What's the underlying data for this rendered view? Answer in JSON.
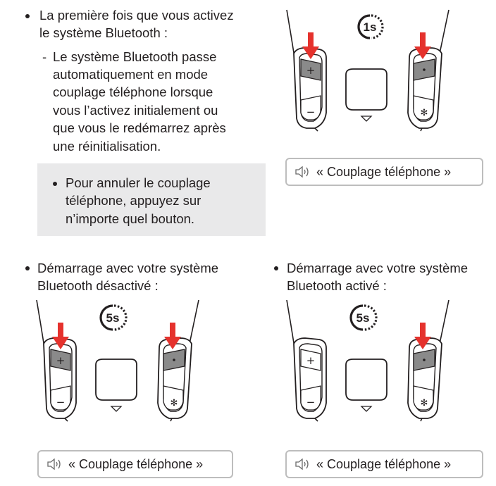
{
  "section1": {
    "bullet_line1": "La première fois que vous activez",
    "bullet_line2": "le système Bluetooth :",
    "dash": "-",
    "sub_lines": [
      "Le système Bluetooth passe",
      "automatiquement en mode",
      "couplage téléphone lorsque",
      "vous l’activez initialement ou",
      "que vous le redémarrez après",
      "une réinitialisation."
    ],
    "note_lines": [
      "Pour annuler le couplage",
      "téléphone, appuyez sur",
      "n’importe quel bouton."
    ],
    "timer": "1s",
    "callout": "« Couplage téléphone »"
  },
  "section2": {
    "bullet_line1": "Démarrage avec votre système",
    "bullet_line2": "Bluetooth désactivé :",
    "timer": "5s",
    "callout": "« Couplage téléphone »"
  },
  "section3": {
    "bullet_line1": "Démarrage avec votre système",
    "bullet_line2": "Bluetooth activé :",
    "timer": "5s",
    "callout": "« Couplage téléphone »"
  },
  "figure_labels": {
    "plus": "+",
    "minus": "−",
    "star": "✻"
  },
  "colors": {
    "arrow": "#e5322d",
    "note_bg": "#e9e9ea",
    "callout_border": "#bdbdbd",
    "text": "#231f20"
  },
  "icons": [
    "speaker-icon",
    "timer-icon",
    "down-arrow-icon"
  ]
}
